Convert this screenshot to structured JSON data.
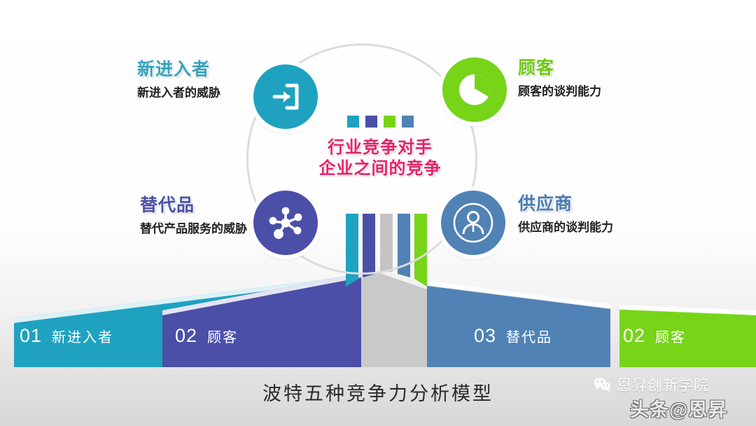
{
  "slide": {
    "title": "波特五种竞争力分析模型",
    "background": "#ffffff"
  },
  "center": {
    "line1": "行业竞争对手",
    "line2": "企业之间的竞争",
    "text_color": "#e5226b",
    "chips": [
      {
        "name": "chip-teal",
        "color": "#1fa2c0"
      },
      {
        "name": "chip-purple",
        "color": "#4b4fa8"
      },
      {
        "name": "chip-green",
        "color": "#77d419"
      },
      {
        "name": "chip-blue",
        "color": "#5182b5"
      }
    ]
  },
  "forces": [
    {
      "key": "entrants",
      "heading": "新进入者",
      "description": "新进入者的威胁",
      "icon": "enter-arrow-icon",
      "color": "#1fa2c0",
      "heading_color": "#36a3bd"
    },
    {
      "key": "customers",
      "heading": "顾客",
      "description": "顾客的谈判能力",
      "icon": "pie-chart-icon",
      "color": "#77d419",
      "heading_color": "#6ec914"
    },
    {
      "key": "substitutes",
      "heading": "替代品",
      "description": "替代产品服务的威胁",
      "icon": "network-nodes-icon",
      "color": "#4b4fa8",
      "heading_color": "#4c50a7"
    },
    {
      "key": "suppliers",
      "heading": "供应商",
      "description": "供应商的谈判能力",
      "icon": "person-icon",
      "color": "#5182b5",
      "heading_color": "#4a7cb2"
    }
  ],
  "banner": {
    "panels": [
      {
        "number": "01",
        "label": "新进入者",
        "color": "#1fa2c0"
      },
      {
        "number": "02",
        "label": "顾客",
        "color": "#4b4fa8"
      },
      {
        "number": "03",
        "label": "替代品",
        "color": "#5182b5"
      },
      {
        "number": "02",
        "label": "顾客",
        "color": "#77d419"
      }
    ],
    "center_panel_color": "#c9c9c9"
  },
  "stripes": [
    {
      "name": "stripe-teal",
      "color": "#1fa2c0"
    },
    {
      "name": "stripe-purple",
      "color": "#4b4fa8"
    },
    {
      "name": "stripe-gray",
      "color": "#c4c4c4"
    },
    {
      "name": "stripe-blue",
      "color": "#5182b5"
    },
    {
      "name": "stripe-green",
      "color": "#77d419"
    }
  ],
  "watermark": {
    "brand": "恩昇创新学院",
    "platform": "头条@恩昇",
    "icon": "wechat-icon"
  }
}
